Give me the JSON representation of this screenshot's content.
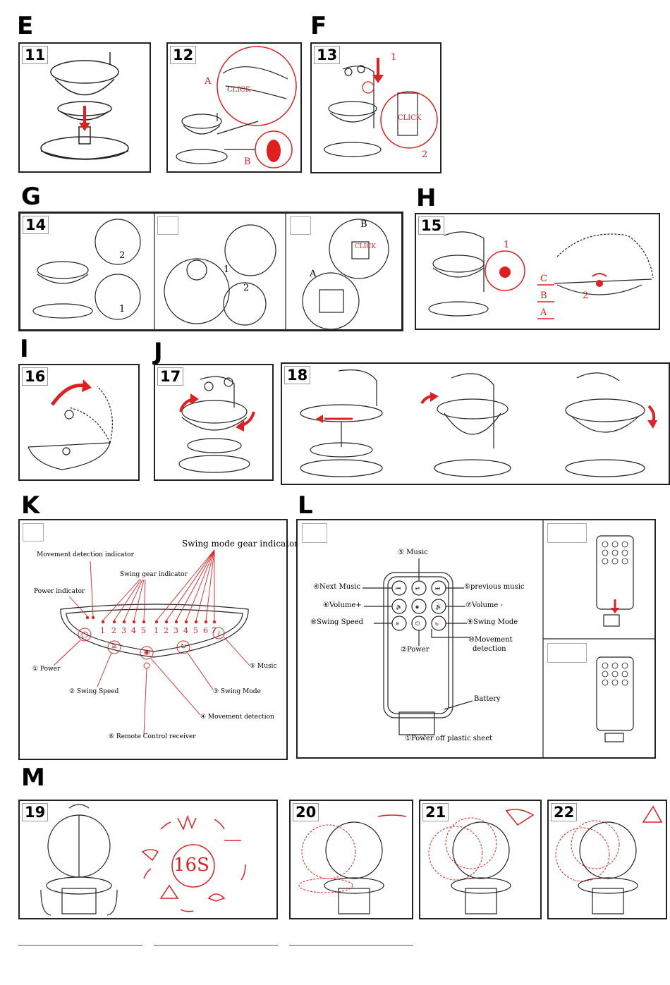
{
  "sections": {
    "E": "E",
    "F": "F",
    "G": "G",
    "H": "H",
    "I": "I",
    "J": "J",
    "K": "K",
    "L": "L",
    "M": "M"
  },
  "steps": {
    "s11": "11",
    "s12": "12",
    "s13": "13",
    "s14": "14",
    "s15": "15",
    "s16": "16",
    "s17": "17",
    "s18": "18",
    "s19": "19",
    "s20": "20",
    "s21": "21",
    "s22": "22"
  },
  "callouts": {
    "click": "CLICK",
    "A": "A",
    "B": "B",
    "C": "C",
    "one": "1",
    "two": "2"
  },
  "control_panel": {
    "title_swing_mode_gear": "Swing mode gear indicator",
    "movement_detection_indicator": "Movement detection indicator",
    "swing_gear_indicator": "Swing gear indicator",
    "power_indicator": "Power indicator",
    "gear_numbers": [
      "1",
      "2",
      "3",
      "4",
      "5",
      "1",
      "2",
      "3",
      "4",
      "5",
      "6",
      "7"
    ],
    "power": "① Power",
    "swing_speed": "② Swing Speed",
    "swing_mode": "③ Swing Mode",
    "movement_detection": "④ Movement detection",
    "music": "⑤ Music",
    "remote_receiver": "⑥ Remote Control receiver"
  },
  "remote": {
    "music": "⑤ Music",
    "next_music": "④Next Music",
    "previous_music": "⑤previous music",
    "volume_plus": "⑥Volume+",
    "volume_minus": "⑦Volume -",
    "swing_speed": "⑧Swing Speed",
    "swing_mode": "⑨Swing Mode",
    "movement_detection_1": "⑩Movement",
    "movement_detection_2": "detection",
    "power": "②Power",
    "battery": "Battery",
    "power_off_sheet": "①Power off plastic sheet"
  },
  "timer": {
    "label": "16S"
  },
  "colors": {
    "accent": "#e02020",
    "line": "#222222"
  }
}
